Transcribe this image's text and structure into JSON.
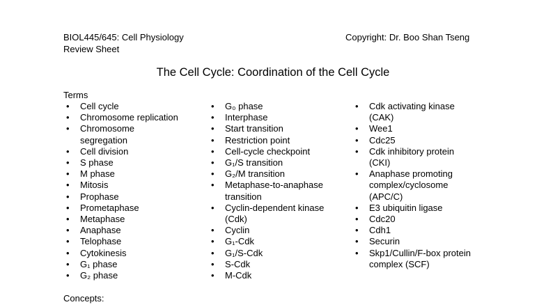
{
  "header": {
    "course": "BIOL445/645: Cell Physiology",
    "subtitle": "Review Sheet",
    "copyright": "Copyright: Dr. Boo Shan Tseng"
  },
  "title": "The Cell Cycle: Coordination of the Cell Cycle",
  "terms_heading": "Terms",
  "bullet": "•",
  "columns": [
    [
      "Cell cycle",
      "Chromosome replication",
      "Chromosome\nsegregation",
      "Cell division",
      "S phase",
      "M phase",
      "Mitosis",
      "Prophase",
      "Prometaphase",
      "Metaphase",
      "Anaphase",
      "Telophase",
      "Cytokinesis",
      "G₁ phase",
      "G₂ phase"
    ],
    [
      "G₀ phase",
      "Interphase",
      "Start transition",
      "Restriction point",
      "Cell-cycle checkpoint",
      "G₁/S transition",
      "G₂/M transition",
      "Metaphase-to-anaphase\ntransition",
      "Cyclin-dependent kinase\n(Cdk)",
      "Cyclin",
      "G₁-Cdk",
      "G₁/S-Cdk",
      "S-Cdk",
      "M-Cdk"
    ],
    [
      "Cdk activating kinase\n(CAK)",
      "Wee1",
      "Cdc25",
      "Cdk inhibitory protein\n(CKI)",
      "Anaphase promoting\ncomplex/cyclosome\n(APC/C)",
      "E3 ubiquitin ligase",
      "Cdc20",
      "Cdh1",
      "Securin",
      "Skp1/Cullin/F-box protein\ncomplex (SCF)"
    ]
  ],
  "concepts_heading": "Concepts:"
}
